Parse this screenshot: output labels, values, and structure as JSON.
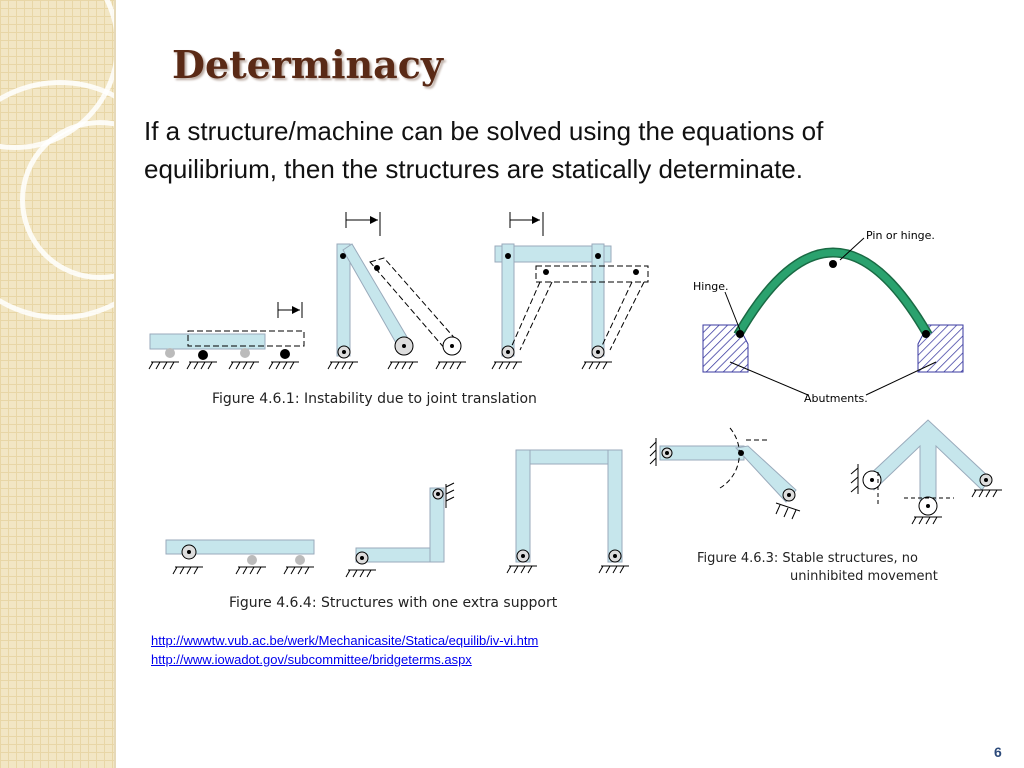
{
  "slide": {
    "title": "Determinacy",
    "intro_line1": "If a structure/machine can be solved using the equations of",
    "intro_line2": "equilibrium, then the structures  are statically determinate.",
    "page_number": "6"
  },
  "figures": {
    "fig461_caption": "Figure 4.6.1:  Instability due to joint translation",
    "fig464_caption": "Figure 4.6.4:  Structures with one extra support",
    "fig463_caption_line1": "Figure 4.6.3:  Stable structures, no",
    "fig463_caption_line2": "uninhibited movement",
    "arch_label_pin": "Pin or hinge.",
    "arch_label_hinge": "Hinge.",
    "arch_label_abutments": "Abutments."
  },
  "links": [
    "http://wwwtw.vub.ac.be/werk/Mechanicasite/Statica/equilib/iv-vi.htm",
    "http://www.iowadot.gov/subcommittee/bridgeterms.aspx"
  ],
  "colors": {
    "title": "#5a2a16",
    "member_fill": "#c6e6ec",
    "arch": "#2aa26e",
    "link": "#0000ee"
  }
}
